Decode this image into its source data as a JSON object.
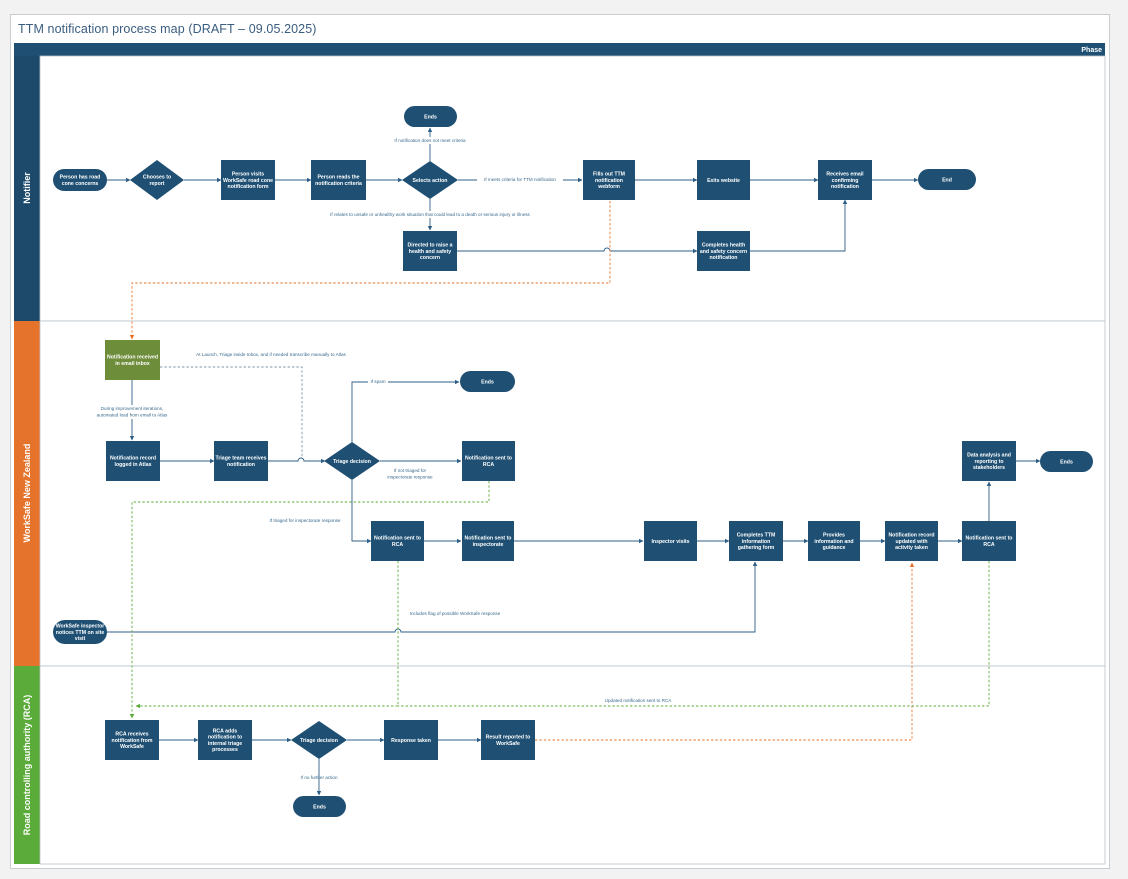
{
  "title": "TTM notification process map (DRAFT – 09.05.2025)",
  "phase_label": "Phase",
  "colors": {
    "navy": "#1f5073",
    "lane_navy": "#1d4a6a",
    "orange": "#e6732b",
    "green": "#5bab3a",
    "olive": "#6d8d3a",
    "flow_line": "#2f5f86",
    "dash_orange": "#e6732b",
    "dash_green": "#5bab3a",
    "dash_gray": "#7f93a6"
  },
  "lanes": [
    {
      "id": "notifier",
      "label": "Notifier"
    },
    {
      "id": "worksafe",
      "label": "WorkSafe New Zealand"
    },
    {
      "id": "rca",
      "label": "Road controlling authority (RCA)"
    }
  ],
  "nodes": {
    "n_start": {
      "lines": [
        "Person has road",
        "cone concerns"
      ]
    },
    "n_chooses": {
      "lines": [
        "Chooses to",
        "report"
      ]
    },
    "n_visits": {
      "lines": [
        "Person visits",
        "WorkSafe road cone",
        "notification form"
      ]
    },
    "n_reads": {
      "lines": [
        "Person reads the",
        "notification criteria"
      ]
    },
    "n_selects": {
      "lines": [
        "Selects action"
      ]
    },
    "n_ends_top": {
      "lines": [
        "Ends"
      ]
    },
    "n_fills": {
      "lines": [
        "Fills out TTM",
        "notification",
        "webform"
      ]
    },
    "n_exits": {
      "lines": [
        "Exits website"
      ]
    },
    "n_receives": {
      "lines": [
        "Receives email",
        "confirming",
        "notification"
      ]
    },
    "n_end": {
      "lines": [
        "End"
      ]
    },
    "n_directed": {
      "lines": [
        "Directed to raise a",
        "health and safety",
        "concern"
      ]
    },
    "n_completes_hs": {
      "lines": [
        "Completes health",
        "and safety concern",
        "notification"
      ]
    },
    "w_received": {
      "lines": [
        "Notification received",
        "in email inbox"
      ]
    },
    "w_logged": {
      "lines": [
        "Notification record",
        "logged in Atlas"
      ]
    },
    "w_triage_team": {
      "lines": [
        "Triage team receives",
        "notification"
      ]
    },
    "w_triage": {
      "lines": [
        "Triage decision"
      ]
    },
    "w_ends1": {
      "lines": [
        "Ends"
      ]
    },
    "w_sent_rca_top": {
      "lines": [
        "Notification sent to",
        "RCA"
      ]
    },
    "w_sent_rca_mid": {
      "lines": [
        "Notification sent to",
        "RCA"
      ]
    },
    "w_sent_insp": {
      "lines": [
        "Notification sent to",
        "inspectorate"
      ]
    },
    "w_insp_visits": {
      "lines": [
        "Inspector visits"
      ]
    },
    "w_completes_ttm": {
      "lines": [
        "Completes TTM",
        "information",
        "gathering form"
      ]
    },
    "w_provides": {
      "lines": [
        "Provides",
        "information and",
        "guidance"
      ]
    },
    "w_updated": {
      "lines": [
        "Notification record",
        "updated with",
        "activity taken"
      ]
    },
    "w_sent_rca_right": {
      "lines": [
        "Notification sent to",
        "RCA"
      ]
    },
    "w_data": {
      "lines": [
        "Data analysis and",
        "reporting to",
        "stakeholders"
      ]
    },
    "w_ends2": {
      "lines": [
        "Ends"
      ]
    },
    "w_inspector_notices": {
      "lines": [
        "WorkSafe inspector",
        "notices TTM on site",
        "visit"
      ]
    },
    "r_receives": {
      "lines": [
        "RCA receives",
        "notification from",
        "WorkSafe"
      ]
    },
    "r_adds": {
      "lines": [
        "RCA adds",
        "notification to",
        "internal triage",
        "processes"
      ]
    },
    "r_triage": {
      "lines": [
        "Triage decision"
      ]
    },
    "r_response": {
      "lines": [
        "Response taken"
      ]
    },
    "r_result": {
      "lines": [
        "Result reported to",
        "WorkSafe"
      ]
    },
    "r_ends": {
      "lines": [
        "Ends"
      ]
    }
  },
  "edge_labels": {
    "doesnt_meet": "If notification does not meet criteria",
    "meets": "If meets criteria for TTM notification",
    "unsafe": "If relates to unsafe or unhealthy work situation that could lead to a death or serious injury or illness",
    "launch": "At Launch, Triage inside Inbox, and if needed transcribe manually to Atlas",
    "during": [
      "During improvement iterations,",
      "automated load from email to Atlas"
    ],
    "if_spam": "If spam",
    "not_triaged": [
      "If not triaged for",
      "inspectorate response"
    ],
    "triaged": "If triaged for inspectorate response",
    "includes_flag": "Includes flag of possible WorkSafe response",
    "updated_sent": "Updated notification sent to RCA",
    "no_further": "If no further action"
  }
}
